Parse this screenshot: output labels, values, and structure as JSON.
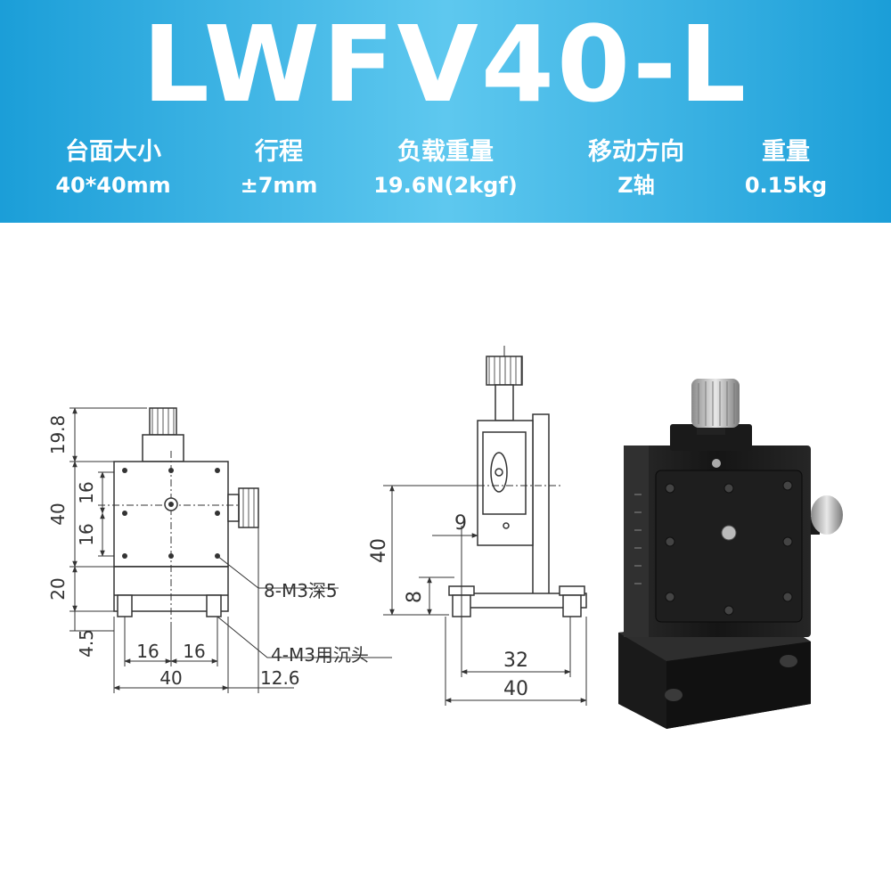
{
  "header": {
    "model": "LWFV40-L",
    "specs": [
      {
        "label": "台面大小",
        "value": "40*40mm"
      },
      {
        "label": "行程",
        "value": "±7mm"
      },
      {
        "label": "负载重量",
        "value": "19.6N(2kgf)"
      },
      {
        "label": "移动方向",
        "value": "Z轴"
      },
      {
        "label": "重量",
        "value": "0.15kg"
      }
    ]
  },
  "front_view": {
    "dims": {
      "knob_height": "19.8",
      "table_size": "40",
      "hole_pitch_upper": "16",
      "hole_pitch_lower": "16",
      "base_height": "20",
      "base_plate": "4.5",
      "bottom_pitch_left": "16",
      "bottom_pitch_right": "16",
      "width": "40",
      "knob_offset": "12.6"
    },
    "callouts": {
      "top_holes": "8-M3深5",
      "base_holes": "4-M3用沉头"
    }
  },
  "side_view": {
    "dims": {
      "offset": "9",
      "height": "40",
      "base": "8",
      "hole_pitch": "32",
      "width": "40"
    }
  },
  "colors": {
    "banner": "#1b9ed8",
    "banner_light": "#5ec8ef",
    "line": "#333333",
    "body": "#1c1c1c"
  }
}
